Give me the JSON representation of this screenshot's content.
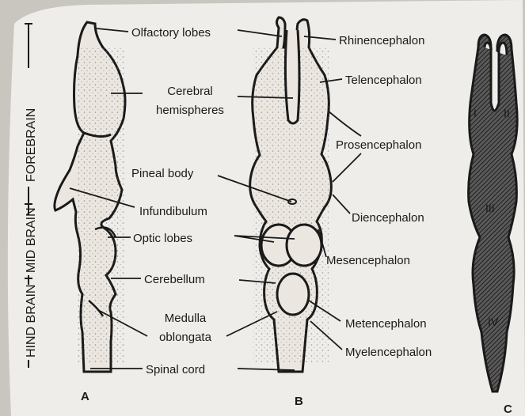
{
  "figure": {
    "panel_labels": {
      "a": "A",
      "b": "B",
      "c": "C"
    },
    "side_axis": {
      "hind": "HIND BRAIN",
      "mid": "MID BRAIN",
      "fore": "FOREBRAIN"
    },
    "labels": {
      "olfactory_lobes": "Olfactory lobes",
      "cerebral_hemispheres_1": "Cerebral",
      "cerebral_hemispheres_2": "hemispheres",
      "pineal_body": "Pineal body",
      "infundibulum": "Infundibulum",
      "optic_lobes": "Optic lobes",
      "cerebellum": "Cerebellum",
      "medulla_1": "Medulla",
      "medulla_2": "oblongata",
      "spinal_cord": "Spinal cord",
      "rhinencephalon": "Rhinencephalon",
      "telencephalon": "Telencephalon",
      "prosencephalon": "Prosencephalon",
      "diencephalon": "Diencephalon",
      "mesencephalon": "Mesencephalon",
      "metencephalon": "Metencephalon",
      "myelencephalon": "Myelencephalon"
    },
    "ventricles": {
      "v1": "I",
      "v2": "II",
      "v3": "III",
      "v4": "IV"
    },
    "colors": {
      "paper": "#efedea",
      "shadow": "#c9c6c0",
      "ink": "#1a1a1a",
      "hatch": "#3a3a3a"
    }
  }
}
